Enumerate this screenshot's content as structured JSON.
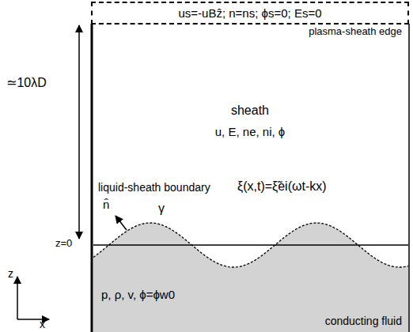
{
  "diagram": {
    "nodes": [
      {
        "text": [
          "us=-uBẑ; n=ns; ϕs=0; Es=0"
        ]
      },
      {
        "text": [
          "p, ρ, v, ϕ=ϕw0",
          "conducting fluid"
        ]
      }
    ],
    "labels": [
      "plasma-sheath edge",
      "≃10λD",
      "sheath",
      "u, E, ne, ni, ϕ",
      "liquid-sheath boundary",
      "ξ(x,t)=ξ̃ei(ωt-kx)",
      "n̂",
      "γ",
      "z=0",
      "z",
      "x"
    ]
  }
}
